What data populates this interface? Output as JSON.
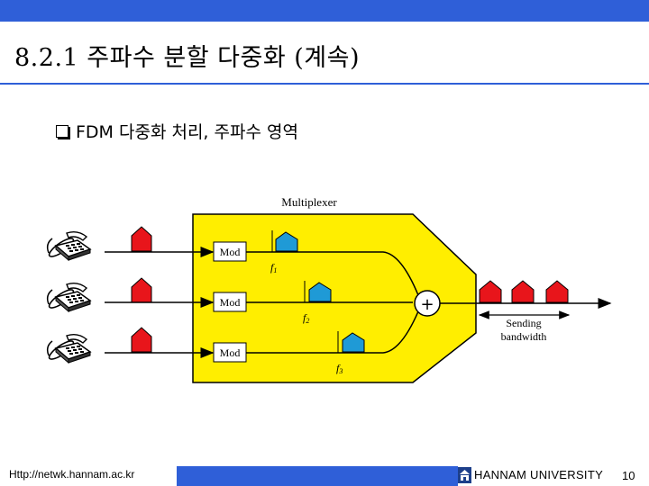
{
  "slide": {
    "title": "8.2.1 주파수 분할 다중화 (계속)",
    "bullet": "FDM 다중화 처리, 주파수 영역"
  },
  "diagram": {
    "multiplexer_label": "Multiplexer",
    "mod_labels": [
      "Mod",
      "Mod",
      "Mod"
    ],
    "freq_labels": [
      "f1",
      "f2",
      "f3"
    ],
    "sum_symbol": "+",
    "sending_label_line1": "Sending",
    "sending_label_line2": "bandwidth",
    "colors": {
      "multiplexer_fill": "#ffee00",
      "signal_red": "#e8151b",
      "band_blue": "#1f9ad6",
      "mod_box": "#ffffff"
    }
  },
  "footer": {
    "url": "Http://netwk.hannam.ac.kr",
    "university": "HANNAM  UNIVERSITY",
    "page": "10"
  }
}
